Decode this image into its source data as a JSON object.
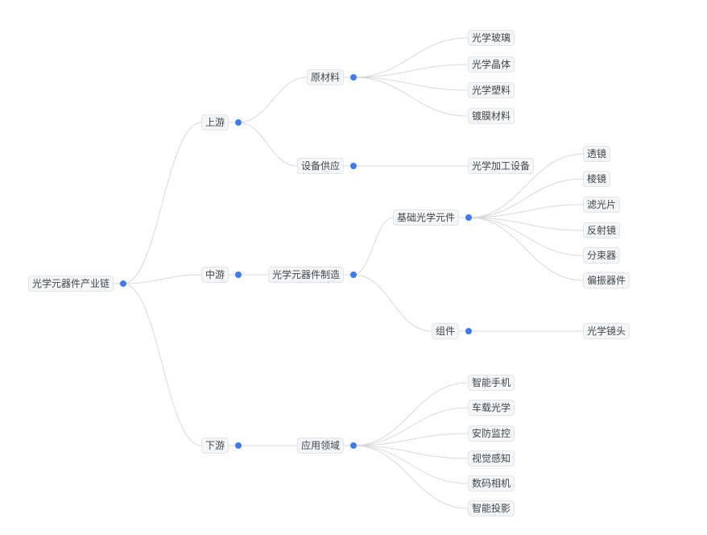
{
  "diagram": {
    "type": "mindmap",
    "root": {
      "label": "光学元器件产业链",
      "children": [
        {
          "label": "上游",
          "children": [
            {
              "label": "原材料",
              "children": [
                {
                  "label": "光学玻璃"
                },
                {
                  "label": "光学晶体"
                },
                {
                  "label": "光学塑料"
                },
                {
                  "label": "镀膜材料"
                }
              ]
            },
            {
              "label": "设备供应",
              "children": [
                {
                  "label": "光学加工设备"
                }
              ]
            }
          ]
        },
        {
          "label": "中游",
          "children": [
            {
              "label": "光学元器件制造",
              "children": [
                {
                  "label": "基础光学元件",
                  "children": [
                    {
                      "label": "透镜"
                    },
                    {
                      "label": "棱镜"
                    },
                    {
                      "label": "滤光片"
                    },
                    {
                      "label": "反射镜"
                    },
                    {
                      "label": "分束器"
                    },
                    {
                      "label": "偏振器件"
                    }
                  ]
                },
                {
                  "label": "组件",
                  "children": [
                    {
                      "label": "光学镜头"
                    }
                  ]
                }
              ]
            }
          ]
        },
        {
          "label": "下游",
          "children": [
            {
              "label": "应用领域",
              "children": [
                {
                  "label": "智能手机"
                },
                {
                  "label": "车载光学"
                },
                {
                  "label": "安防监控"
                },
                {
                  "label": "视觉感知"
                },
                {
                  "label": "数码相机"
                },
                {
                  "label": "智能投影"
                }
              ]
            }
          ]
        }
      ]
    },
    "colors": {
      "background": "#ffffff",
      "node_background": "#f5f6f7",
      "node_border": "#e3e4e6",
      "node_text": "#41454c",
      "edge": "#d9d9d9",
      "dot": "#3e7ce8"
    }
  }
}
